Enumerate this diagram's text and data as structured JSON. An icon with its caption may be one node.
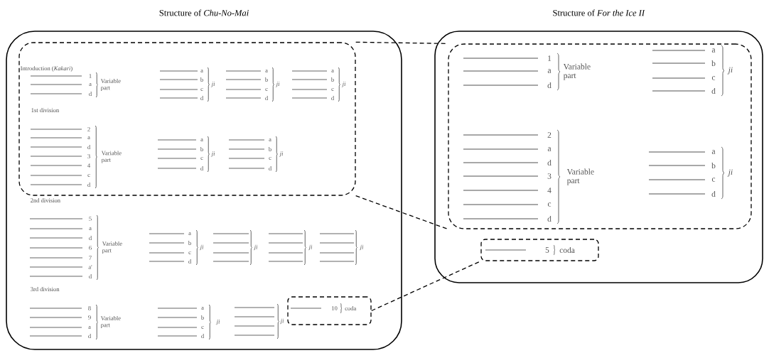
{
  "diagram": {
    "nodes": [
      {
        "text": [
          "Structure of *Chu-No-Mai*"
        ]
      },
      {
        "text": [],
        "shape": "box",
        "in": 0
      },
      {
        "text": [
          "10",
          "coda"
        ],
        "in": 0
      },
      {
        "text": [
          "Structure of *For the Ice II*"
        ]
      },
      {
        "text": [],
        "shape": "box",
        "in": 3
      },
      {
        "text": [
          "5",
          "coda"
        ],
        "in": 3
      }
    ],
    "edges": [
      {
        "from": 1,
        "to": 4,
        "arrow": "none",
        "style": "dashed"
      },
      {
        "from": 1,
        "to": 4,
        "arrow": "none",
        "style": "dashed"
      },
      {
        "from": 2,
        "to": 5,
        "arrow": "none",
        "style": "dashed"
      }
    ],
    "labels": [
      "Introduction (*Kakari*)",
      "1",
      "a",
      "d",
      "Variable part",
      "a",
      "b",
      "c",
      "d",
      "ji",
      "a",
      "b",
      "c",
      "d",
      "ji",
      "a",
      "b",
      "c",
      "d",
      "ji",
      "1st division",
      "2",
      "a",
      "d",
      "3",
      "4",
      "c",
      "d",
      "Variable part",
      "a",
      "b",
      "c",
      "d",
      "ji",
      "a",
      "b",
      "c",
      "d",
      "ji",
      "2nd division",
      "5",
      "a",
      "d",
      "6",
      "7",
      "a'",
      "d",
      "Variable part",
      "a",
      "b",
      "c",
      "d",
      "ji",
      "ji",
      "ji",
      "ji",
      "3rd division",
      "8",
      "9",
      "a",
      "d",
      "Variable part",
      "a",
      "b",
      "c",
      "d",
      "ji",
      "ji",
      "1",
      "a",
      "d",
      "Variable part",
      "a",
      "b",
      "c",
      "d",
      "ji",
      "2",
      "a",
      "d",
      "3",
      "4",
      "c",
      "d",
      "Variable part",
      "a",
      "b",
      "c",
      "d",
      "ji"
    ]
  }
}
